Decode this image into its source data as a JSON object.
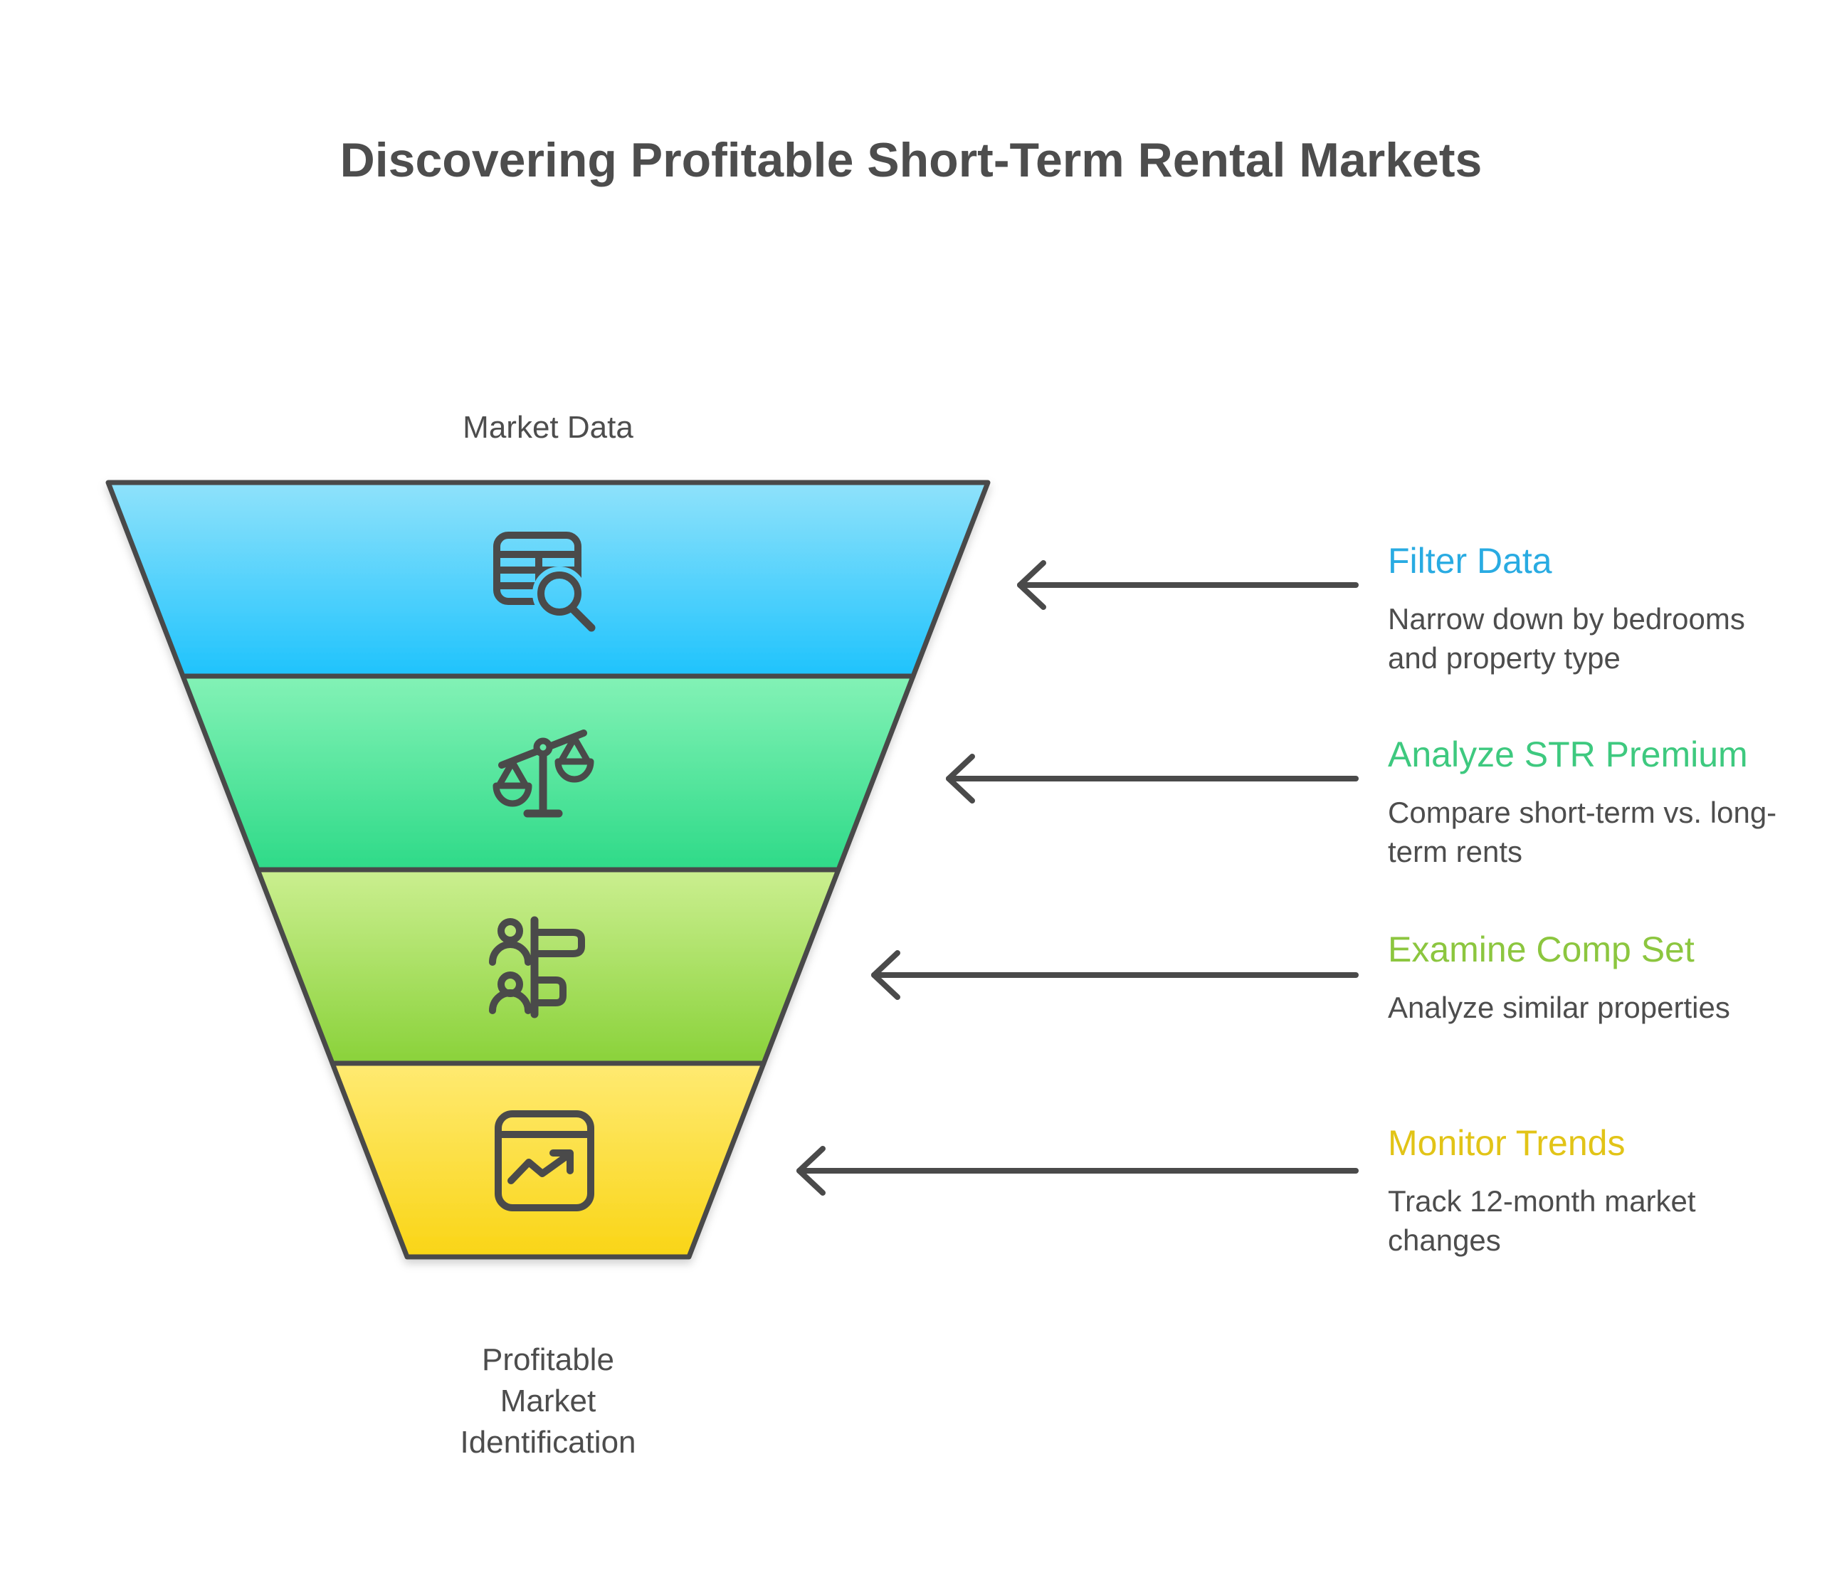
{
  "title": "Discovering Profitable Short-Term Rental Markets",
  "funnel": {
    "top_label": "Market Data",
    "bottom_label_lines": [
      "Profitable",
      "Market",
      "Identification"
    ],
    "stages": [
      {
        "name": "Filter Data",
        "description": "Narrow down by bedrooms and property type",
        "heading_color": "#29ABE2",
        "fill_top": "#8FE2FB",
        "fill_bottom": "#1FC3FC",
        "icon": "table-search-icon"
      },
      {
        "name": "Analyze STR Premium",
        "description": "Compare short-term vs. long-term rents",
        "heading_color": "#3EC97F",
        "fill_top": "#83F2B6",
        "fill_bottom": "#2EDA88",
        "icon": "balance-scale-icon"
      },
      {
        "name": "Examine Comp Set",
        "description": "Analyze similar properties",
        "heading_color": "#8CC63F",
        "fill_top": "#CBEF90",
        "fill_bottom": "#8AD23A",
        "icon": "people-bars-icon"
      },
      {
        "name": "Monitor Trends",
        "description": "Track 12-month market changes",
        "heading_color": "#E2C417",
        "fill_top": "#FFEA72",
        "fill_bottom": "#F9D516",
        "icon": "trend-window-icon"
      }
    ]
  },
  "colors": {
    "outline": "#4A4A4A",
    "arrow": "#4A4A4A",
    "text": "#4D4D4D",
    "background": "#FFFFFF"
  }
}
